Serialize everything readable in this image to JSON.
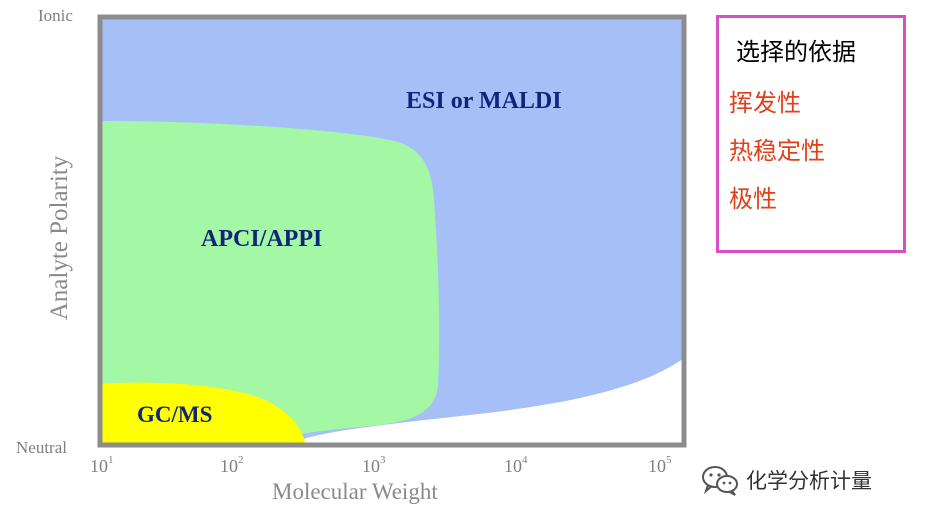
{
  "y_axis": {
    "top_label": "Ionic",
    "bottom_label": "Neutral",
    "title": "Analyte Polarity"
  },
  "x_axis": {
    "title": "Molecular Weight",
    "ticks": [
      {
        "base": "10",
        "exp": "1"
      },
      {
        "base": "10",
        "exp": "2"
      },
      {
        "base": "10",
        "exp": "3"
      },
      {
        "base": "10",
        "exp": "4"
      },
      {
        "base": "10",
        "exp": "5"
      }
    ]
  },
  "regions": [
    {
      "label": "ESI or MALDI",
      "color": "#a6c0f7"
    },
    {
      "label": "APCI/APPI",
      "color": "#a4f7a4"
    },
    {
      "label": "GC/MS",
      "color": "#ffff00"
    }
  ],
  "criteria": {
    "title": "选择的依据",
    "items": [
      "挥发性",
      "热稳定性",
      "极性"
    ],
    "title_color": "#000000",
    "item_color": "#e0401a",
    "border_color": "#d94fc3"
  },
  "watermark": {
    "icon": "wechat-icon",
    "text": "化学分析计量"
  },
  "colors": {
    "frame": "#8c8c8c",
    "label_text": "#10257a"
  }
}
